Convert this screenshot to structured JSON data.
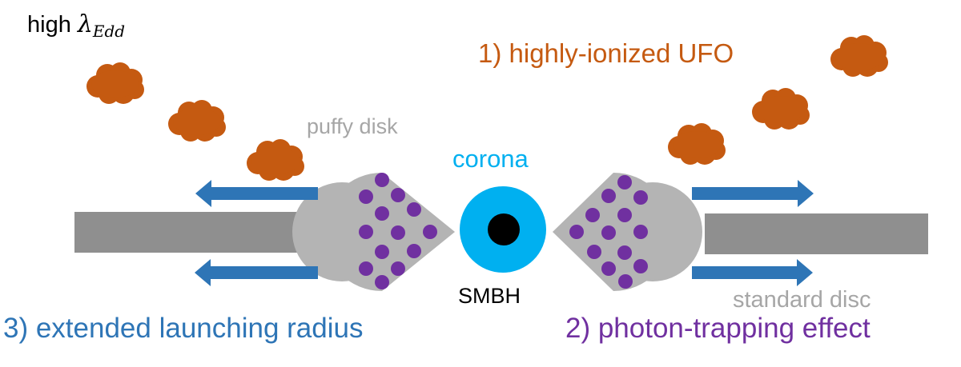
{
  "labels": {
    "condition_prefix": "high ",
    "condition_symbol": "λ",
    "condition_subscript": "Edd",
    "ufo": "1) highly-ionized UFO",
    "puffy_disk": "puffy disk",
    "corona": "corona",
    "smbh": "SMBH",
    "standard_disc": "standard disc",
    "launching_radius": "3) extended launching radius",
    "photon_trapping": "2) photon-trapping effect"
  },
  "colors": {
    "ufo_cloud": "#c55a11",
    "outflow_arrow": "#2e75b6",
    "photon_dot": "#7030a0",
    "corona": "#00b0f0",
    "black_hole": "#000000",
    "puffy_disk": "#b4b4b4",
    "standard_disc": "#8f8f8f",
    "gray_label": "#a6a6a6"
  },
  "components": {
    "ufo_clouds": 6,
    "photon_dots_per_side": 13,
    "outflow_arrows_per_side": 2
  }
}
